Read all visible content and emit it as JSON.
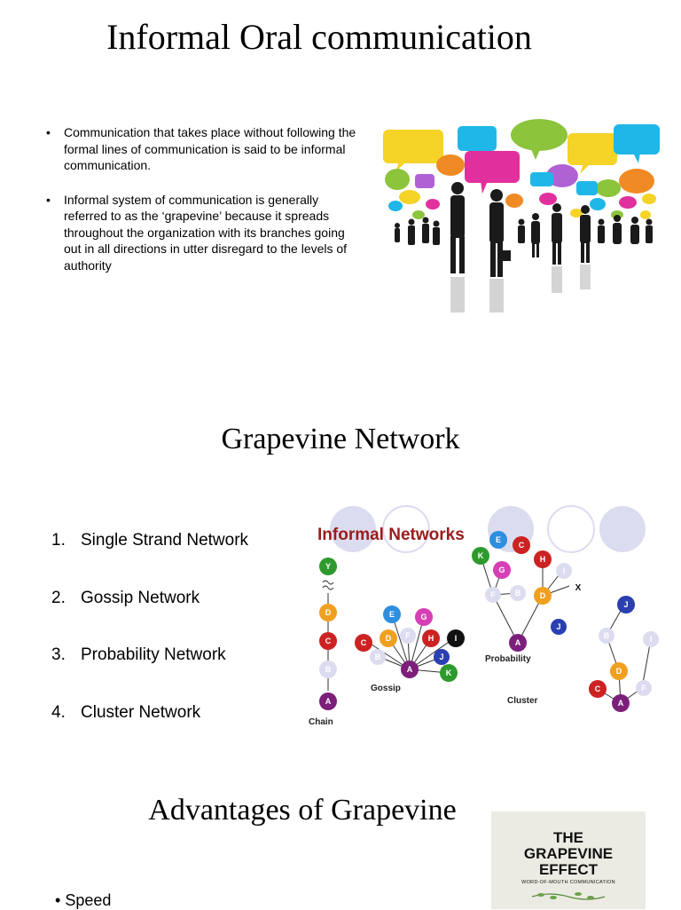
{
  "slide1": {
    "title": "Informal Oral communication",
    "bullets": [
      "Communication that takes place without following the formal lines of communication is said to be informal communication.",
      "Informal system of communication is generally referred to as the ‘grapevine’ because it spreads throughout the organization with its branches going out in all directions in utter disregard to the levels of authority"
    ]
  },
  "slide2": {
    "title": "Grapevine Network",
    "networks": [
      {
        "num": "1.",
        "label": "Single Strand Network"
      },
      {
        "num": "2.",
        "label": "Gossip Network"
      },
      {
        "num": "3.",
        "label": "Probability Network"
      },
      {
        "num": "4.",
        "label": "Cluster Network"
      }
    ],
    "diagram": {
      "title": "Informal Networks",
      "labels": {
        "chain": "Chain",
        "gossip": "Gossip",
        "probability": "Probability",
        "cluster": "Cluster"
      },
      "x_mark": "X",
      "colors": {
        "title": "#9b1c1c",
        "purple": "#7b1f7b",
        "red": "#cc2222",
        "orange": "#f0a020",
        "green": "#2e9a2e",
        "blue": "#2a3fb0",
        "lightblue": "#2c8fe0",
        "pink": "#d63fb5",
        "faded": "#dcdcf0"
      }
    }
  },
  "slide3": {
    "title": "Advantages of Grapevine",
    "bullets": [
      "Speed"
    ],
    "book": {
      "line1": "THE",
      "line2": "GRAPEVINE",
      "line3": "EFFECT",
      "subtitle": "WORD-OF-MOUTH COMMUNICATION"
    }
  }
}
